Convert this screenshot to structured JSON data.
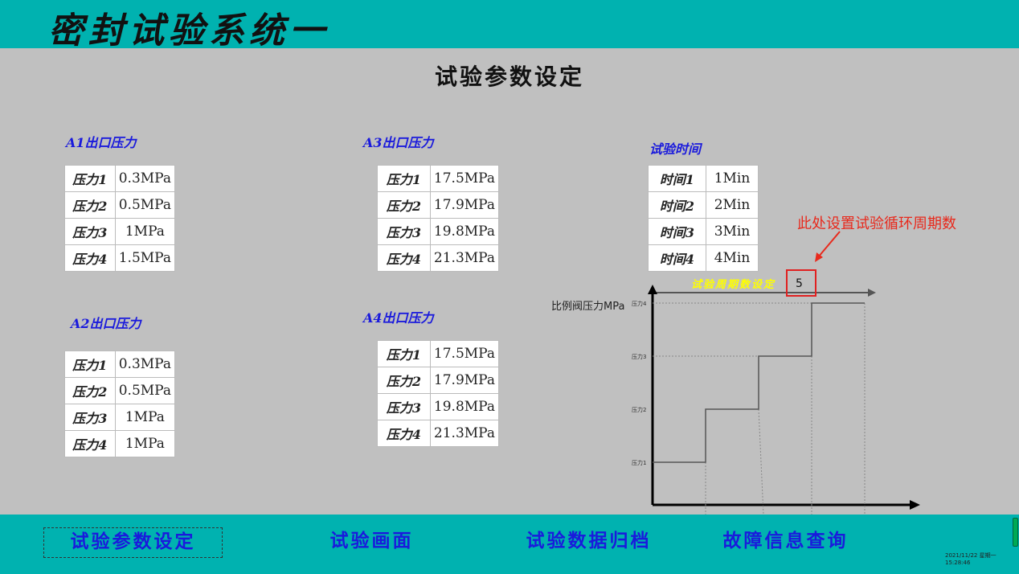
{
  "header": {
    "title": "密封试验系统一"
  },
  "page_title": "试验参数设定",
  "groups": {
    "a1": {
      "label": "A1出口压力",
      "rows": [
        [
          "压力1",
          "0.3MPa"
        ],
        [
          "压力2",
          "0.5MPa"
        ],
        [
          "压力3",
          "1MPa"
        ],
        [
          "压力4",
          "1.5MPa"
        ]
      ]
    },
    "a2": {
      "label": "A2出口压力",
      "rows": [
        [
          "压力1",
          "0.3MPa"
        ],
        [
          "压力2",
          "0.5MPa"
        ],
        [
          "压力3",
          "1MPa"
        ],
        [
          "压力4",
          "1MPa"
        ]
      ]
    },
    "a3": {
      "label": "A3出口压力",
      "rows": [
        [
          "压力1",
          "17.5MPa"
        ],
        [
          "压力2",
          "17.9MPa"
        ],
        [
          "压力3",
          "19.8MPa"
        ],
        [
          "压力4",
          "21.3MPa"
        ]
      ]
    },
    "a4": {
      "label": "A4出口压力",
      "rows": [
        [
          "压力1",
          "17.5MPa"
        ],
        [
          "压力2",
          "17.9MPa"
        ],
        [
          "压力3",
          "19.8MPa"
        ],
        [
          "压力4",
          "21.3MPa"
        ]
      ]
    },
    "time": {
      "label": "试验时间",
      "rows": [
        [
          "时间1",
          "1Min"
        ],
        [
          "时间2",
          "2Min"
        ],
        [
          "时间3",
          "3Min"
        ],
        [
          "时间4",
          "4Min"
        ]
      ]
    }
  },
  "annotation": "此处设置试验循环周期数",
  "cycle": {
    "label": "试验周期数设定",
    "value": "5"
  },
  "diagram": {
    "ylabel": "比例阀压力MPa",
    "levels": [
      "压力1",
      "压力2",
      "压力3",
      "压力4"
    ]
  },
  "nav": [
    "试验参数设定",
    "试验画面",
    "试验数据归档",
    "故障信息查询"
  ],
  "status": {
    "timestamp": "2021/11/22 星期一 15:28:46"
  },
  "colors": {
    "teal": "#00b2b0",
    "nav_text": "#1a1adc",
    "annotation": "#e8291c"
  }
}
